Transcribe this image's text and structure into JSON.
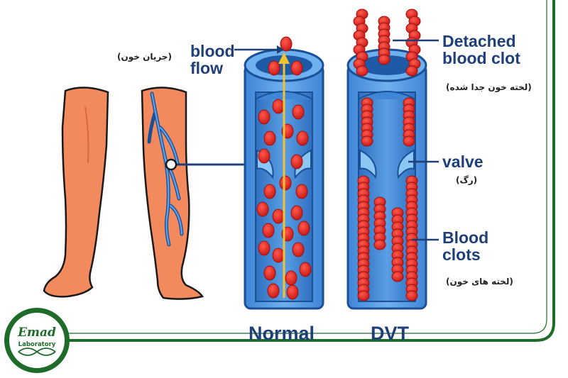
{
  "labels": {
    "blood_flow": "blood\nflow",
    "blood_flow_fa": "(جریان خون)",
    "detached_clot": "Detached\nblood clot",
    "detached_clot_fa": "(لخته خون جدا شده)",
    "valve": "valve",
    "valve_fa": "(رگ)",
    "blood_clots": "Blood\nclots",
    "blood_clots_fa": "(لخته های خون)"
  },
  "captions": {
    "normal": "Normal",
    "dvt": "DVT"
  },
  "logo": {
    "line1": "Emad",
    "line2": "Laboratory"
  },
  "colors": {
    "frame_green": "#1f6b2a",
    "label_blue": "#1f3f77",
    "vein_blue": "#4a90d9",
    "vein_dark": "#1b4f96",
    "blood_red": "#d9221f",
    "skin": "#f08a5d",
    "flow_arrow": "#f2c230"
  }
}
